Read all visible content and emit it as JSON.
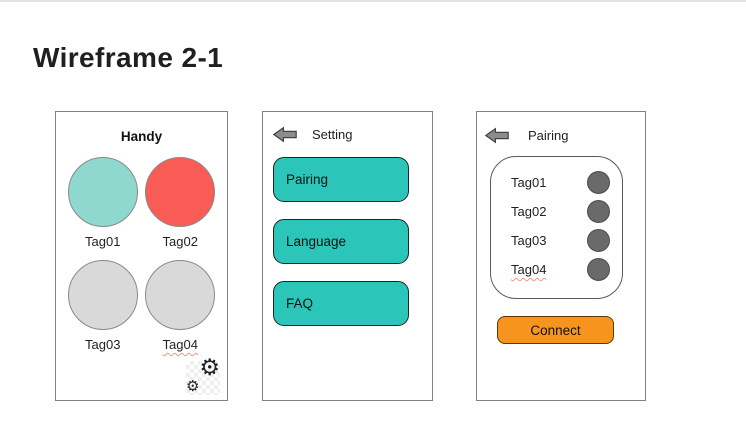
{
  "slide": {
    "title": "Wireframe 2-1"
  },
  "colors": {
    "tag01_circle": "#8FD8CE",
    "tag02_circle": "#F95B55",
    "tag03_circle": "#D9D9D9",
    "tag04_circle": "#D9D9D9",
    "menu_button": "#2CC5B9",
    "connect_button": "#F7941E",
    "status_dot": "#6A6A6A",
    "back_arrow": "#8C8C8C"
  },
  "icons": {
    "settings_glyph": "⚙"
  },
  "screens": {
    "handy": {
      "title": "Handy",
      "tags": [
        {
          "label": "Tag01"
        },
        {
          "label": "Tag02"
        },
        {
          "label": "Tag03"
        },
        {
          "label": "Tag04"
        }
      ]
    },
    "setting": {
      "header": "Setting",
      "menu_items": [
        "Pairing",
        "Language",
        "FAQ"
      ]
    },
    "pairing": {
      "header": "Pairing",
      "tags": [
        {
          "label": "Tag01"
        },
        {
          "label": "Tag02"
        },
        {
          "label": "Tag03"
        },
        {
          "label": "Tag04"
        }
      ],
      "connect_label": "Connect"
    }
  }
}
